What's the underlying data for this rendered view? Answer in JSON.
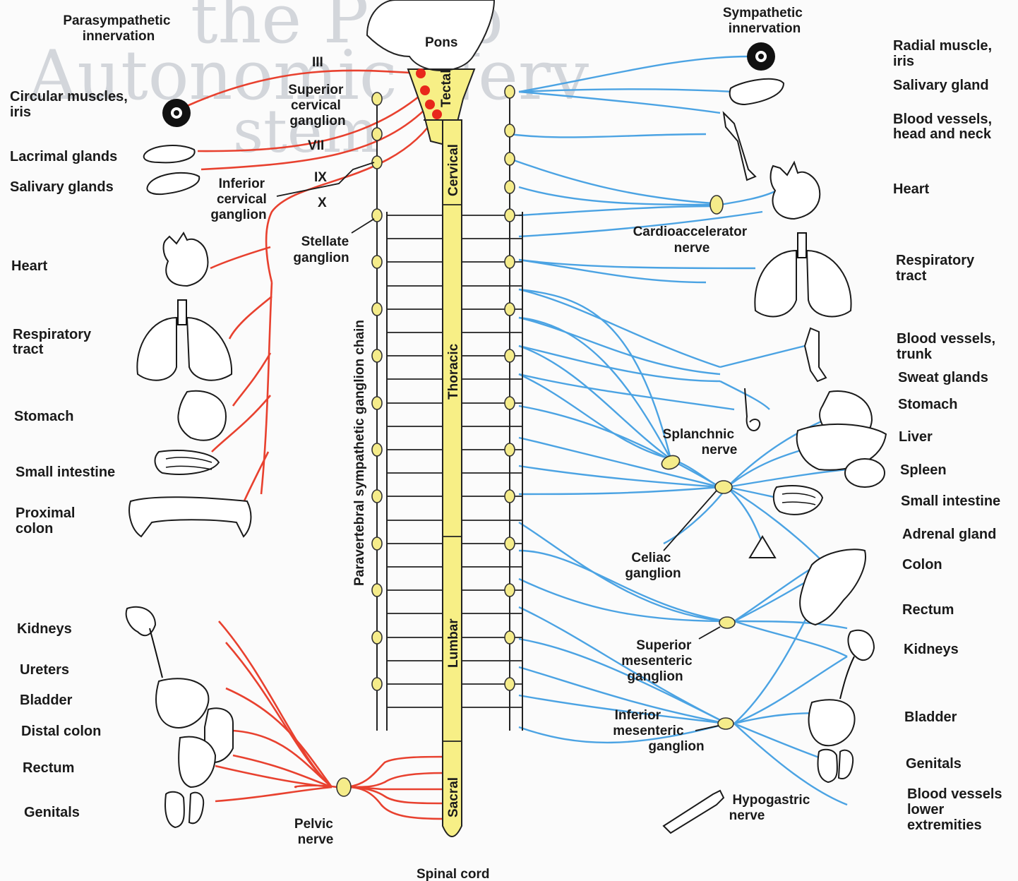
{
  "headers": {
    "parasympathetic": [
      "Parasympathetic",
      "innervation"
    ],
    "sympathetic": [
      "Sympathetic",
      "innervation"
    ]
  },
  "spinal_cord": {
    "regions": [
      "Tectal",
      "Cervical",
      "Thoracic",
      "Lumbar",
      "Sacral"
    ],
    "top_label": "Pons",
    "bottom_label": "Spinal cord",
    "chain_label": "Paravertebral sympathetic ganglion chain"
  },
  "cranial_nerves": [
    "III",
    "VII",
    "IX",
    "X"
  ],
  "ganglia_labels": {
    "superior_cervical": [
      "Superior",
      "cervical",
      "ganglion"
    ],
    "inferior_cervical": [
      "Inferior",
      "cervical",
      "ganglion"
    ],
    "stellate": [
      "Stellate",
      "ganglion"
    ],
    "cardioaccelerator": [
      "Cardioaccelerator",
      "nerve"
    ],
    "splanchnic": [
      "Splanchnic",
      "nerve"
    ],
    "celiac": [
      "Celiac",
      "ganglion"
    ],
    "superior_mesenteric": [
      "Superior",
      "mesenteric",
      "ganglion"
    ],
    "inferior_mesenteric": [
      "Inferior",
      "mesenteric",
      "ganglion"
    ],
    "hypogastric": [
      "Hypogastric",
      "nerve"
    ],
    "pelvic": [
      "Pelvic",
      "nerve"
    ]
  },
  "left_organs": {
    "circular_muscles": [
      "Circular muscles,",
      "iris"
    ],
    "lacrimal": "Lacrimal glands",
    "salivary": "Salivary glands",
    "heart": "Heart",
    "respiratory": [
      "Respiratory",
      "tract"
    ],
    "stomach": "Stomach",
    "small_intestine": "Small intestine",
    "proximal_colon": [
      "Proximal",
      "colon"
    ],
    "kidneys": "Kidneys",
    "ureters": "Ureters",
    "bladder": "Bladder",
    "distal_colon": "Distal colon",
    "rectum": "Rectum",
    "genitals": "Genitals"
  },
  "right_organs": {
    "radial_muscle": [
      "Radial muscle,",
      "iris"
    ],
    "salivary": "Salivary gland",
    "blood_head": [
      "Blood vessels,",
      "head and neck"
    ],
    "heart": "Heart",
    "respiratory": [
      "Respiratory",
      "tract"
    ],
    "blood_trunk": [
      "Blood vessels,",
      "trunk"
    ],
    "sweat": "Sweat glands",
    "stomach": "Stomach",
    "liver": "Liver",
    "spleen": "Spleen",
    "small_intestine": "Small intestine",
    "adrenal": "Adrenal gland",
    "colon": "Colon",
    "rectum": "Rectum",
    "kidneys": "Kidneys",
    "bladder": "Bladder",
    "genitals": "Genitals",
    "blood_lower": [
      "Blood vessels",
      "lower",
      "extremities"
    ]
  },
  "colors": {
    "parasympathetic": "#e8412f",
    "sympathetic": "#4ba3e3",
    "spinal_cord": "#f7ef86",
    "ganglion": "#f5ec8a",
    "nucleus": "#e8271b"
  }
}
